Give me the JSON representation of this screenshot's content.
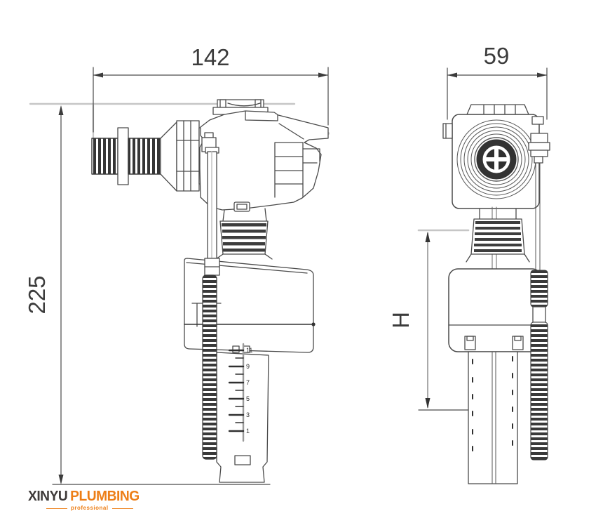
{
  "side_view": {
    "dim_width": "142",
    "dim_height": "225",
    "scale_labels": [
      "11",
      "9",
      "7",
      "5",
      "3",
      "1"
    ]
  },
  "front_view": {
    "dim_width": "59",
    "dim_height_label": "H"
  },
  "logo": {
    "brand": "XINYU",
    "brand_accent": "PLUMBING",
    "tagline": "professional"
  },
  "colors": {
    "line": "#4a4a4a",
    "guide_gray": "#c6c6c6",
    "thread_dark": "#353535",
    "logo_dark": "#3e3a39",
    "logo_orange": "#ed7e16"
  }
}
